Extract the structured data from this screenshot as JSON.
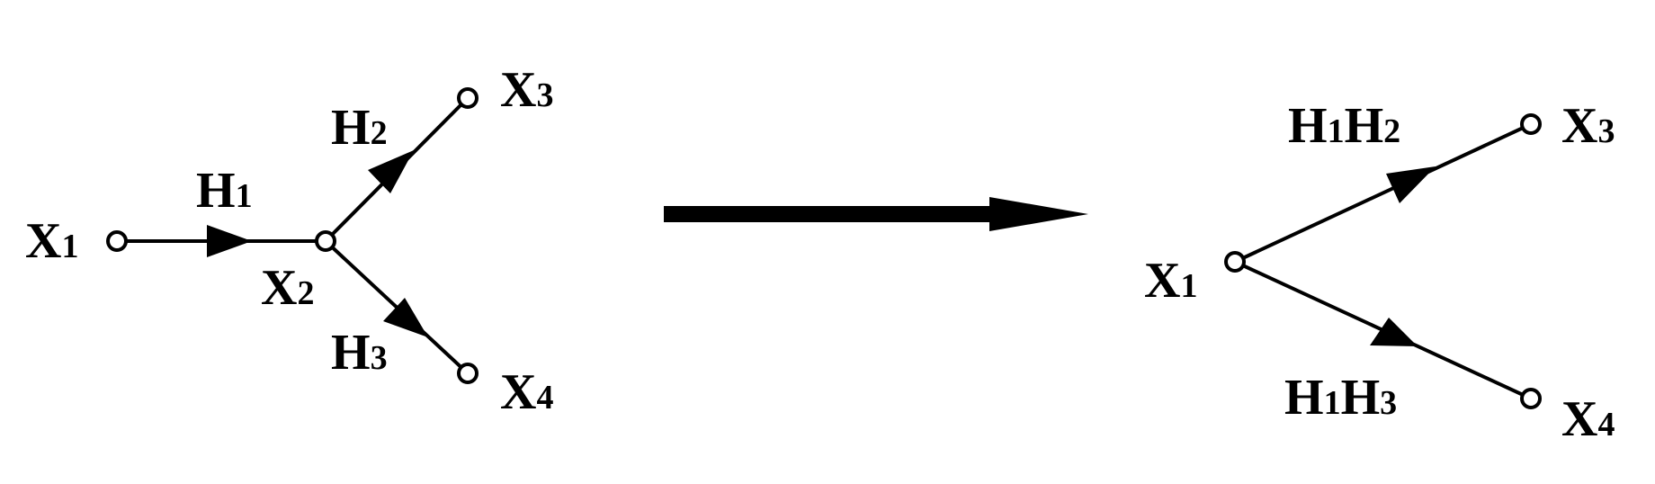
{
  "left_graph": {
    "nodes": {
      "x1": {
        "name": "X",
        "sub": "1"
      },
      "x2": {
        "name": "X",
        "sub": "2"
      },
      "x3": {
        "name": "X",
        "sub": "3"
      },
      "x4": {
        "name": "X",
        "sub": "4"
      }
    },
    "edges": {
      "x1_x2": [
        {
          "name": "H",
          "sub": "1"
        }
      ],
      "x2_x3": [
        {
          "name": "H",
          "sub": "2"
        }
      ],
      "x2_x4": [
        {
          "name": "H",
          "sub": "3"
        }
      ]
    }
  },
  "right_graph": {
    "nodes": {
      "x1": {
        "name": "X",
        "sub": "1"
      },
      "x3": {
        "name": "X",
        "sub": "3"
      },
      "x4": {
        "name": "X",
        "sub": "4"
      }
    },
    "edges": {
      "x1_x3": [
        {
          "name": "H",
          "sub": "1"
        },
        {
          "name": "H",
          "sub": "2"
        }
      ],
      "x1_x4": [
        {
          "name": "H",
          "sub": "1"
        },
        {
          "name": "H",
          "sub": "3"
        }
      ]
    }
  }
}
